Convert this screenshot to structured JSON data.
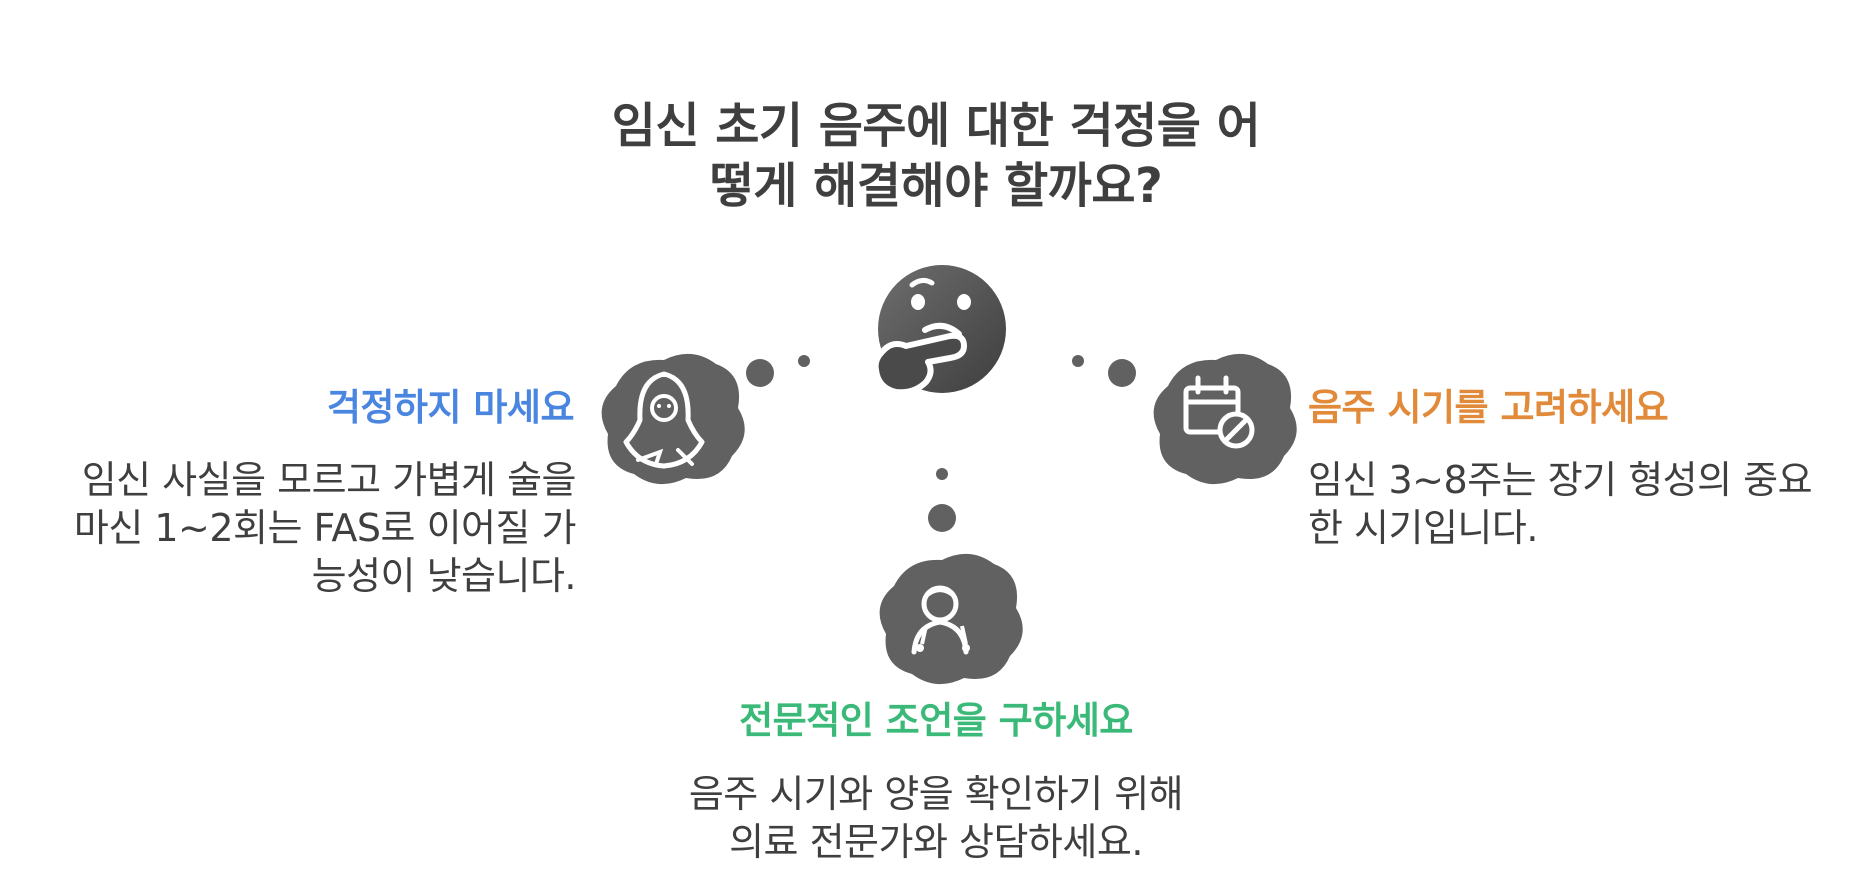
{
  "title_lines": [
    "임신 초기 음주에 대한 걱정을 어",
    "떻게 해결해야 할까요?"
  ],
  "left": {
    "heading": "걱정하지 마세요",
    "lines": [
      "임신 사실을 모르고 가볍게 술을",
      "마신 1~2회는 FAS로 이어질 가",
      "능성이 낮습니다."
    ],
    "color": "#4a86e0",
    "icon": "woman-icon"
  },
  "right": {
    "heading": "음주 시기를 고려하세요",
    "lines": [
      "임신 3~8주는 장기 형성의 중요",
      "한 시기입니다."
    ],
    "color": "#e08a3a",
    "icon": "calendar-blocked-icon"
  },
  "bottom": {
    "heading": "전문적인 조언을 구하세요",
    "lines": [
      "음주 시기와 양을 확인하기 위해",
      "의료 전문가와 상담하세요."
    ],
    "color": "#3bb978",
    "icon": "doctor-icon"
  },
  "center_icon": "thinking-face-icon",
  "colors": {
    "icon_fill": "#616161",
    "text": "#3f3f3f",
    "dots": "#616161"
  }
}
